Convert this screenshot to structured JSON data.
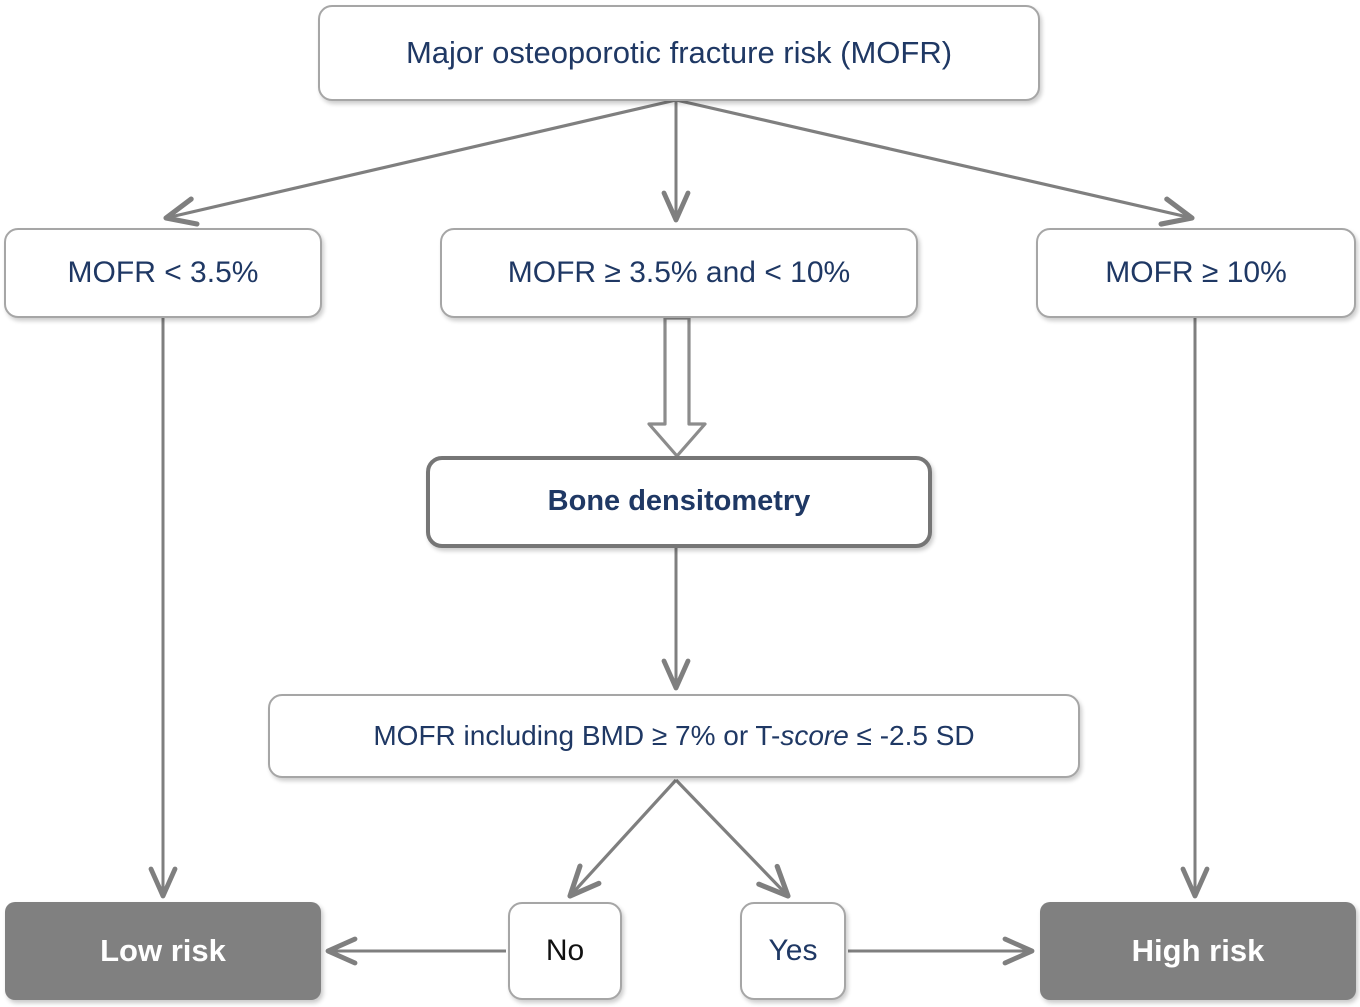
{
  "diagram": {
    "title": "Major osteoporotic fracture risk (MOFR) assessment flowchart",
    "colors": {
      "text_navy": "#1f3864",
      "text_black": "#111111",
      "node_border": "#a6a6a6",
      "node_border_emphasis": "#767676",
      "filled_node_bg": "#808080",
      "filled_node_text": "#ffffff",
      "connector": "#7f7f7f",
      "background": "#ffffff"
    },
    "nodes": {
      "root": {
        "label": "Major osteoporotic fracture risk (MOFR)",
        "style": "plain"
      },
      "low_range": {
        "label": "MOFR < 3.5%",
        "style": "plain"
      },
      "mid_range": {
        "label": "MOFR ≥ 3.5% and < 10%",
        "style": "plain"
      },
      "high_range": {
        "label": "MOFR ≥ 10%",
        "style": "plain"
      },
      "densitometry": {
        "label": "Bone densitometry",
        "style": "emphasis-bold"
      },
      "bmd_rule": {
        "label_part1": "MOFR including BMD ≥ 7% or T-",
        "label_italic": "score",
        "label_part2": " ≤ -2.5 SD",
        "style": "plain"
      },
      "no_branch": {
        "label": "No",
        "style": "small"
      },
      "yes_branch": {
        "label": "Yes",
        "style": "small"
      },
      "low_risk": {
        "label": "Low risk",
        "style": "filled"
      },
      "high_risk": {
        "label": "High risk",
        "style": "filled"
      }
    },
    "edges": [
      {
        "from": "root",
        "to": "low_range",
        "kind": "line-arrow-diagonal"
      },
      {
        "from": "root",
        "to": "mid_range",
        "kind": "line-arrow-vertical"
      },
      {
        "from": "root",
        "to": "high_range",
        "kind": "line-arrow-diagonal"
      },
      {
        "from": "mid_range",
        "to": "densitometry",
        "kind": "hollow-block-arrow"
      },
      {
        "from": "densitometry",
        "to": "bmd_rule",
        "kind": "line-arrow-vertical"
      },
      {
        "from": "bmd_rule",
        "to": "no_branch",
        "kind": "line-arrow-diagonal"
      },
      {
        "from": "bmd_rule",
        "to": "yes_branch",
        "kind": "line-arrow-diagonal"
      },
      {
        "from": "low_range",
        "to": "low_risk",
        "kind": "line-arrow-vertical"
      },
      {
        "from": "no_branch",
        "to": "low_risk",
        "kind": "line-arrow-horizontal-left"
      },
      {
        "from": "yes_branch",
        "to": "high_risk",
        "kind": "line-arrow-horizontal-right"
      },
      {
        "from": "high_range",
        "to": "high_risk",
        "kind": "line-arrow-vertical"
      }
    ]
  }
}
